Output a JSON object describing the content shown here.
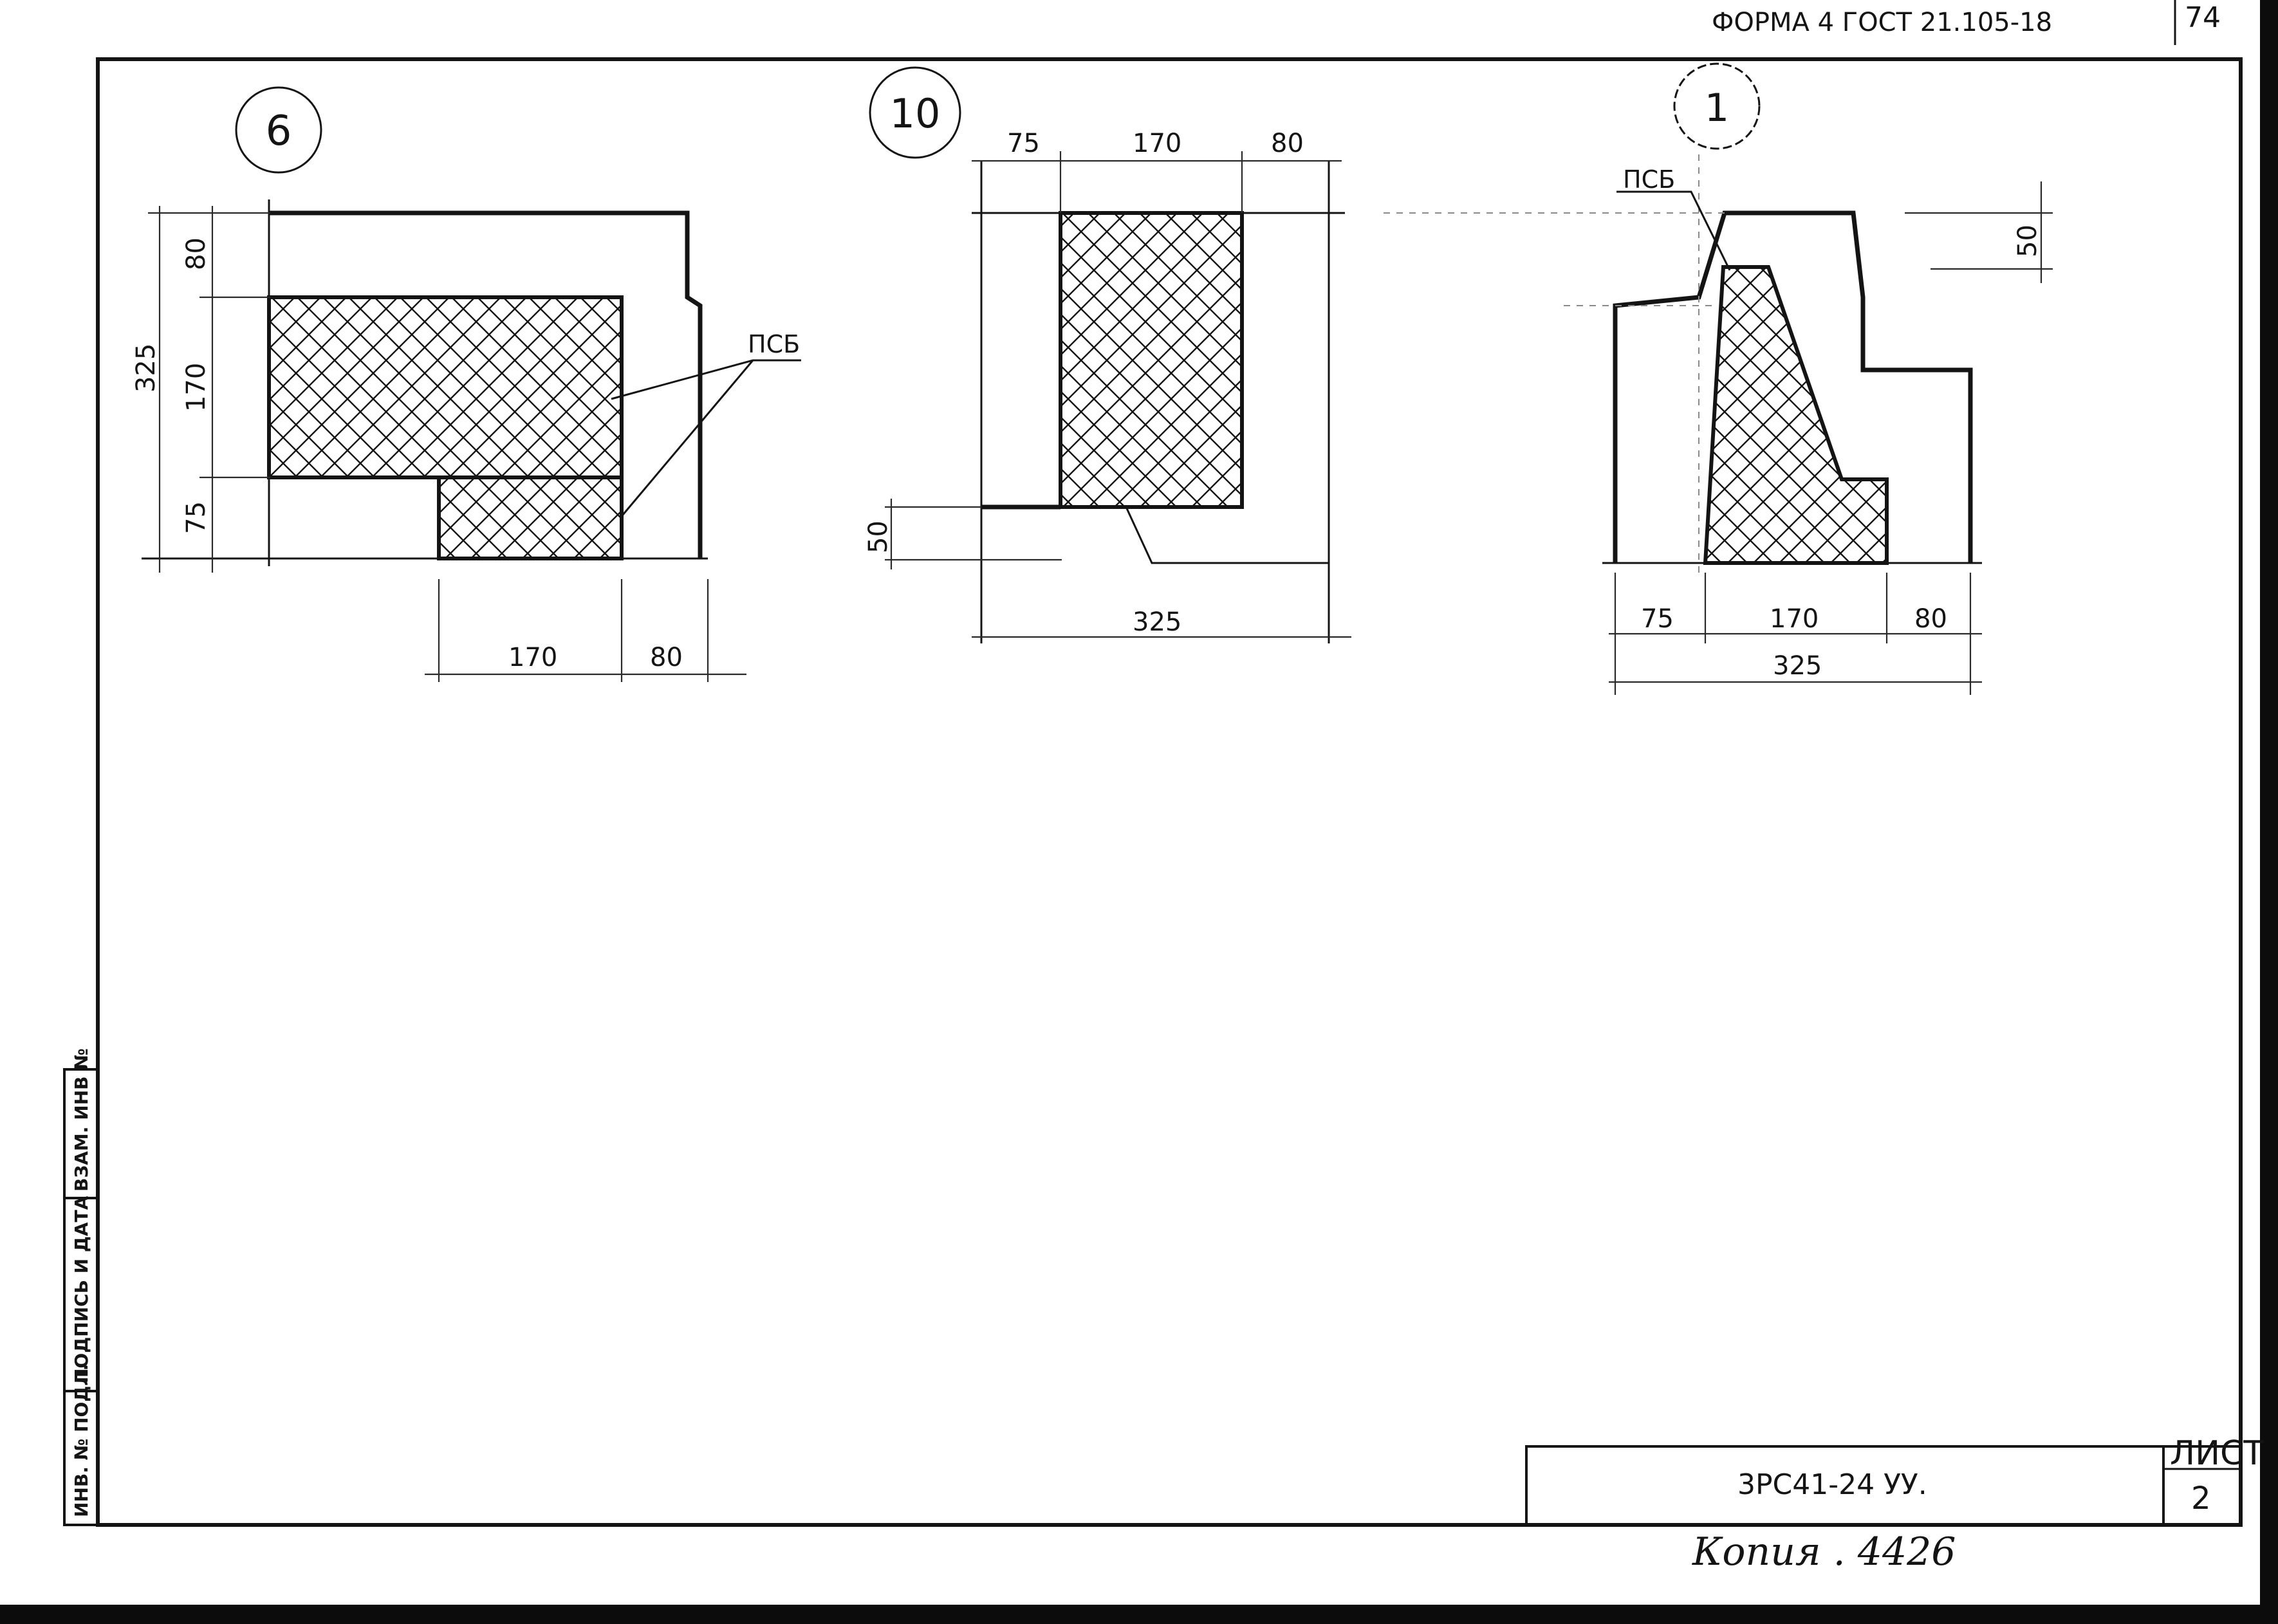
{
  "header": {
    "form_note": "ФОРМА 4 ГОСТ 21.105-18",
    "page_mark": "74"
  },
  "sections": [
    {
      "marker": "6",
      "material_label": "ПСБ",
      "dims": {
        "v_top": "80",
        "v_mid": "170",
        "v_bot": "75",
        "v_total": "325",
        "h_left": "170",
        "h_right": "80"
      }
    },
    {
      "marker": "10",
      "dims": {
        "h_left": "75",
        "h_mid": "170",
        "h_right": "80",
        "h_total": "325",
        "v_left": "50"
      }
    },
    {
      "marker": "1",
      "material_label": "ПСБ",
      "dims": {
        "v_right": "50",
        "h_left": "75",
        "h_mid": "170",
        "h_right": "80",
        "h_total": "325"
      }
    }
  ],
  "side_stamp": [
    "ИНВ. № ПОДЛ.",
    "ПОДПИСЬ И ДАТА",
    "ВЗАМ. ИНВ №"
  ],
  "title_block": {
    "code": "3РС41-24 УУ.",
    "sheet_label": "ЛИСТ",
    "sheet_number": "2"
  },
  "handwritten_note": "Копия . 4426"
}
